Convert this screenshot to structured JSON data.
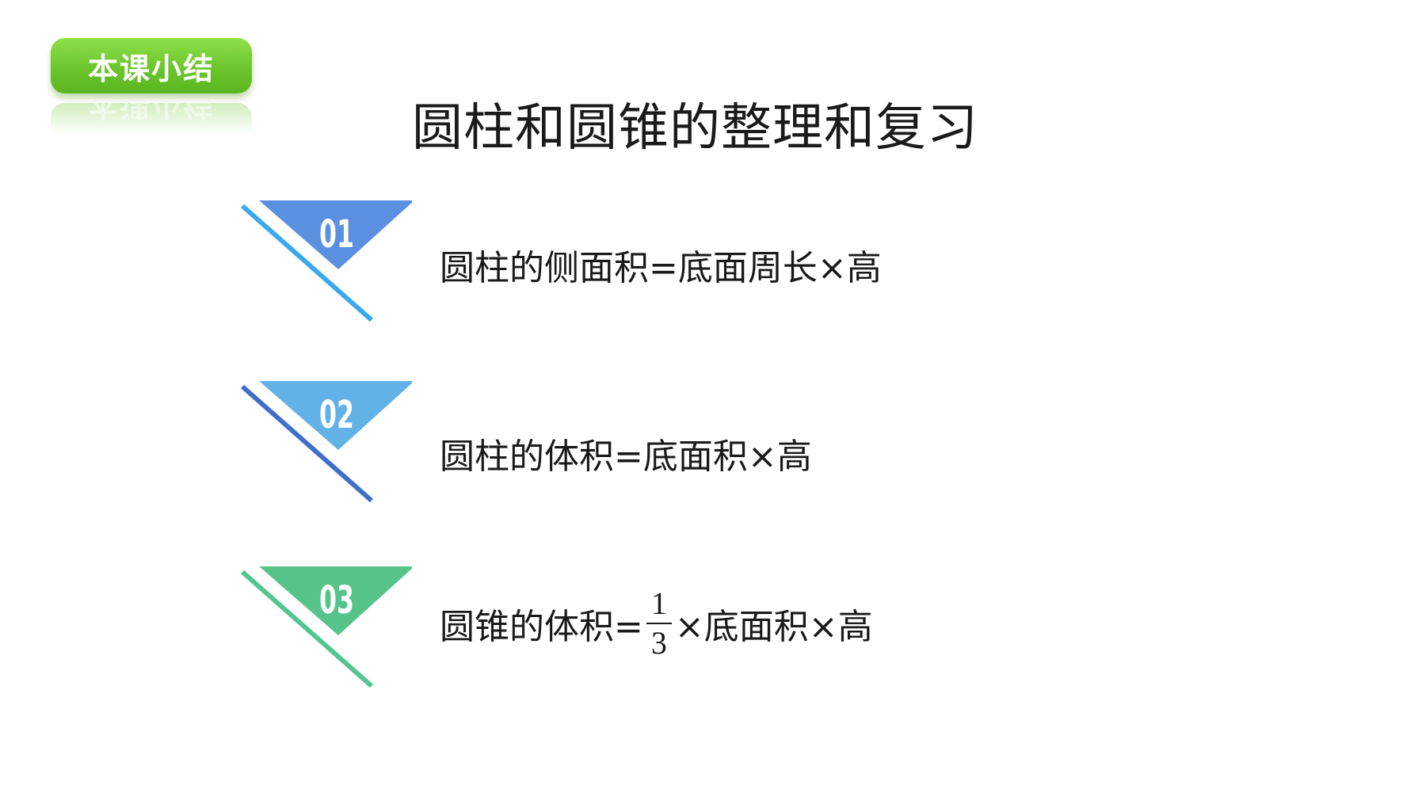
{
  "badge": {
    "label": "本课小结"
  },
  "title": "圆柱和圆锥的整理和复习",
  "items": [
    {
      "number": "01",
      "formula": "圆柱的侧面积=底面周长×高",
      "triangle_color": "#5b8fe0",
      "line_color": "#3aa8ee"
    },
    {
      "number": "02",
      "formula": "圆柱的体积=底面积×高",
      "triangle_color": "#62b2e8",
      "line_color": "#3f6fc8"
    },
    {
      "number": "03",
      "formula_prefix": "圆锥的体积=",
      "fraction_numerator": "1",
      "fraction_denominator": "3",
      "formula_suffix": "×底面积×高",
      "triangle_color": "#56c48a",
      "line_color": "#52c690"
    }
  ],
  "colors": {
    "badge_green": "#6cc52c",
    "text": "#1a1a1a",
    "background": "#ffffff"
  }
}
